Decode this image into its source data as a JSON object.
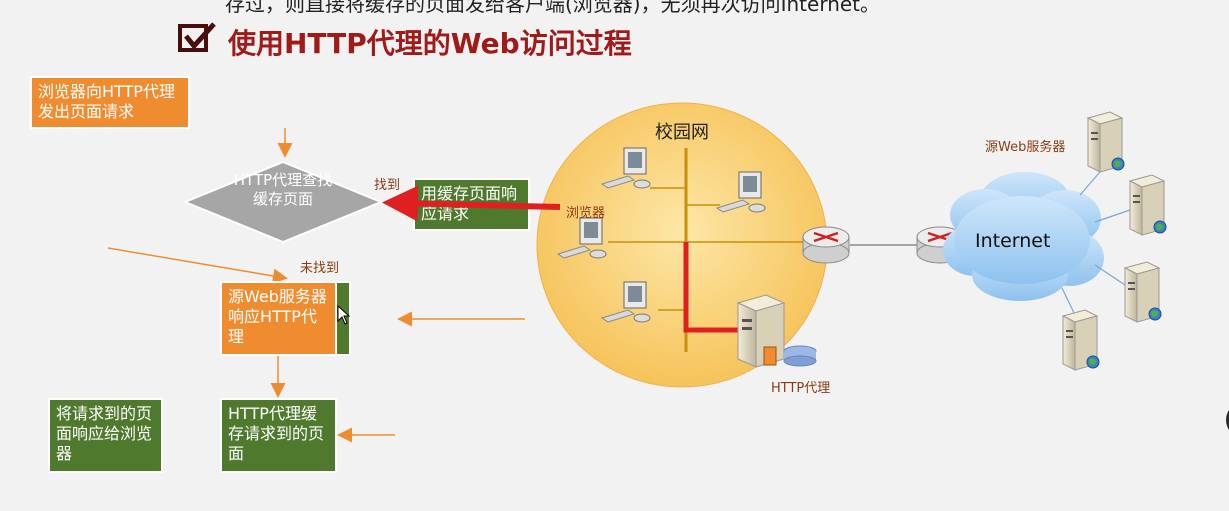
{
  "header": {
    "top_text": "存过，则直接将缓存的页面发给客户端(浏览器)，无须再次访问Internet。",
    "title": "使用HTTP代理的Web访问过程"
  },
  "flow": {
    "browser_request": "浏览器向HTTP代理发出页面请求",
    "diamond": "HTTP代理查找缓存页面",
    "found": "找到",
    "not_found": "未找到",
    "cache_response": "用缓存页面响应请求",
    "origin_response": "源Web服务器响应HTTP代理",
    "proxy_cache": "HTTP代理缓存请求到的页面",
    "forward": "将请求到的页面响应给浏览器"
  },
  "network": {
    "campus": "校园网",
    "browser": "浏览器",
    "proxy": "HTTP代理",
    "internet": "Internet",
    "origin_server": "源Web服务器"
  },
  "colors": {
    "orange": "#f08c30",
    "green": "#4f7a2e",
    "title": "#a01a1a",
    "highlight": "#e02020"
  }
}
